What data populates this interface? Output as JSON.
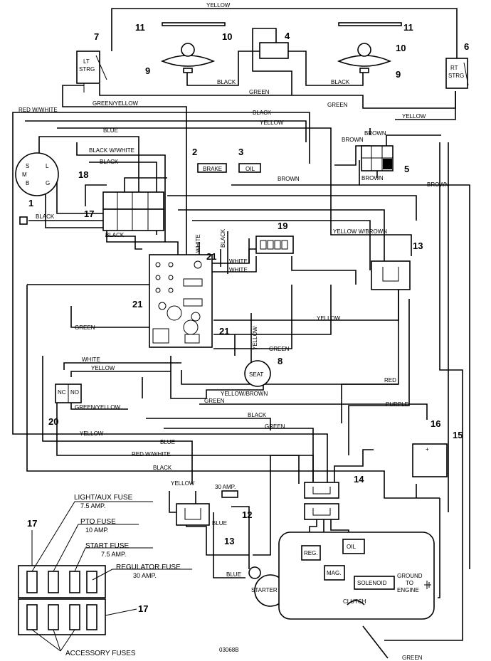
{
  "wire_labels": {
    "yellow": "YELLOW",
    "black": "BLACK",
    "green": "GREEN",
    "green_yellow": "GREEN/YELLOW",
    "red_white": "RED W/WHITE",
    "blue": "BLUE",
    "black_white": "BLACK W/WHITE",
    "brown": "BROWN",
    "white": "WHITE",
    "yellow_brown_w": "YELLOW W/BROWN",
    "yellow_brown": "YELLOW/BROWN",
    "red": "RED",
    "purple": "PURPLE"
  },
  "components": {
    "lt_strg": [
      "LT",
      "STRG"
    ],
    "rt_strg": [
      "RT",
      "STRG"
    ],
    "brake": "BRAKE",
    "oil_switch": "OIL",
    "seat": "SEAT",
    "nc": "NC",
    "no": "NO",
    "reg": "REG.",
    "mag": "MAG.",
    "engine_oil": "OIL",
    "solenoid": "SOLENOID",
    "clutch": "CLUTCH",
    "ground": [
      "GROUND",
      "TO",
      "ENGINE"
    ],
    "starter": "STARTER",
    "fuse_30": "30 AMP.",
    "ign": {
      "s": "S",
      "m": "M",
      "b": "B",
      "l": "L",
      "g": "G"
    }
  },
  "callouts": [
    "1",
    "2",
    "3",
    "4",
    "5",
    "6",
    "7",
    "8",
    "9",
    "10",
    "11",
    "12",
    "13",
    "14",
    "15",
    "16",
    "17",
    "18",
    "19",
    "20",
    "21"
  ],
  "fuse_labels": {
    "light_aux": "LIGHT/AUX FUSE",
    "light_aux_amp": "7.5 AMP.",
    "pto": "PTO FUSE",
    "pto_amp": "10 AMP.",
    "start": "START FUSE",
    "start_amp": "7.5 AMP.",
    "regulator": "REGULATOR FUSE",
    "regulator_amp": "30 AMP.",
    "accessory": "ACCESSORY FUSES"
  },
  "drawing_number": "03068B"
}
